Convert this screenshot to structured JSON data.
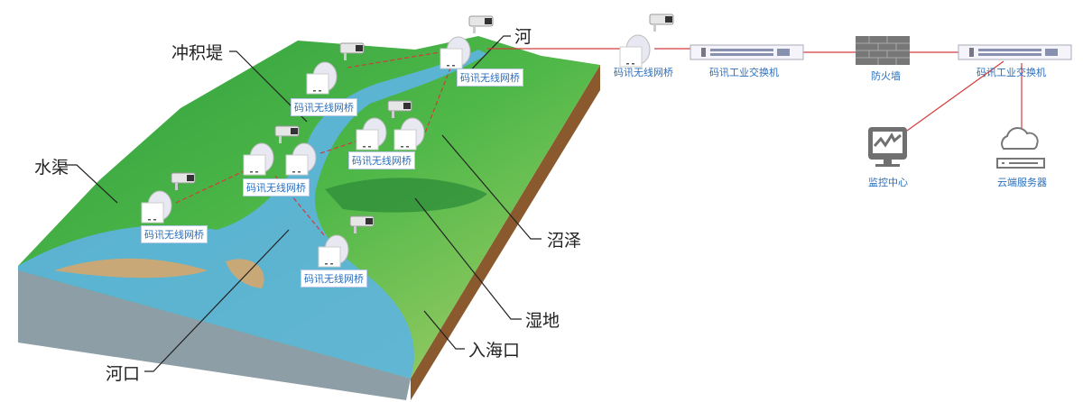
{
  "terrain_labels": {
    "levee": "冲积堤",
    "river": "河",
    "canal": "水渠",
    "swamp": "沼泽",
    "wetland": "湿地",
    "estuary": "入海口",
    "river_mouth": "河口"
  },
  "bridge_label": "码讯无线网桥",
  "network": {
    "bridge": "码讯无线网桥",
    "switch_1": "码讯工业交换机",
    "firewall": "防火墙",
    "switch_2": "码讯工业交换机",
    "monitor_center": "监控中心",
    "cloud_server": "云端服务器"
  },
  "colors": {
    "link": "#d43a3a",
    "label_blue": "#2a6fbf",
    "device_gray": "#707070"
  }
}
